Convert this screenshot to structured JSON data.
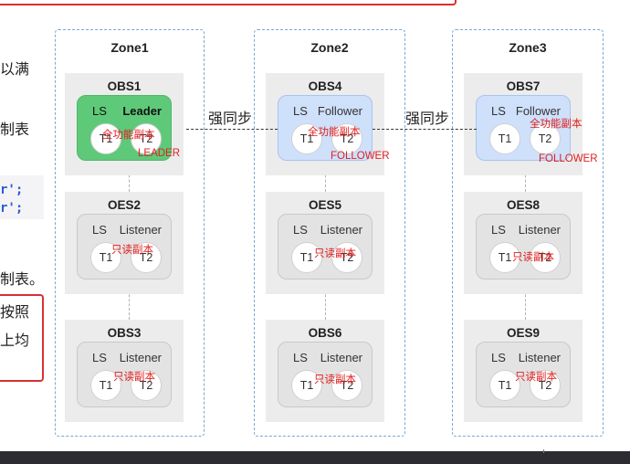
{
  "left_text": {
    "line1": "以满",
    "line2": "制表",
    "code1": "r';",
    "code2": "r';",
    "line3": "制表。",
    "line4": "按照",
    "line5": "上均"
  },
  "zones": [
    {
      "title": "Zone1"
    },
    {
      "title": "Zone2"
    },
    {
      "title": "Zone3"
    }
  ],
  "servers": {
    "obs1": {
      "name": "OBS1",
      "ls": "LS",
      "role": "Leader",
      "t1": "T1",
      "t2": "T2",
      "note": "全功能副本",
      "status": "LEADER"
    },
    "oes2": {
      "name": "OES2",
      "ls": "LS",
      "role": "Listener",
      "t1": "T1",
      "t2": "T2",
      "note": "只读副本"
    },
    "obs3": {
      "name": "OBS3",
      "ls": "LS",
      "role": "Listener",
      "t1": "T1",
      "t2": "T2",
      "note": "只读副本"
    },
    "obs4": {
      "name": "OBS4",
      "ls": "LS",
      "role": "Follower",
      "t1": "T1",
      "t2": "T2",
      "note": "全功能副本",
      "status": "FOLLOWER"
    },
    "oes5": {
      "name": "OES5",
      "ls": "LS",
      "role": "Listener",
      "t1": "T1",
      "t2": "T2",
      "note": "只读副本"
    },
    "obs6": {
      "name": "OBS6",
      "ls": "LS",
      "role": "Listener",
      "t1": "T1",
      "t2": "T2",
      "note": "只读副本"
    },
    "obs7": {
      "name": "OBS7",
      "ls": "LS",
      "role": "Follower",
      "t1": "T1",
      "t2": "T2",
      "note": "全功能副本",
      "status": "FOLLOWER"
    },
    "oes8": {
      "name": "OES8",
      "ls": "LS",
      "role": "Listener",
      "t1": "T1",
      "t2": "T2",
      "note": "只读副本"
    },
    "oes9": {
      "name": "OES9",
      "ls": "LS",
      "role": "Listener",
      "t1": "T1",
      "t2": "T2",
      "note": "只读副本"
    }
  },
  "sync": {
    "label1": "强同步",
    "label2": "强同步"
  },
  "colors": {
    "leader": "#5fc97a",
    "follower": "#cfe0fb",
    "listener": "#e3e3e3",
    "annotation": "#e02020",
    "zone_border": "#7aa7d6"
  }
}
